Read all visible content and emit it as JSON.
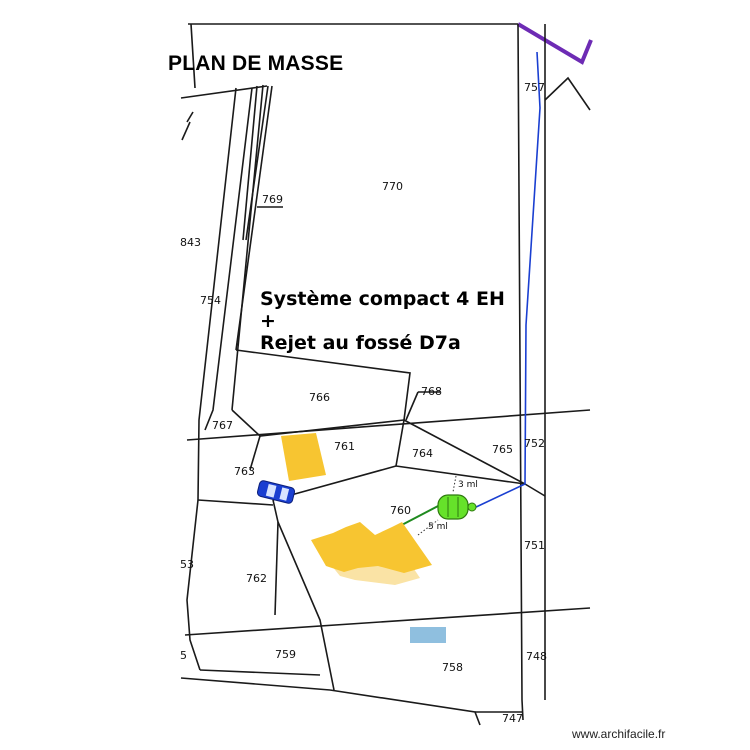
{
  "title": "PLAN DE MASSE",
  "annotation": {
    "line1": "Système compact 4 EH",
    "line2": "+",
    "line3": "Rejet au fossé D7a"
  },
  "parcels": {
    "p757": "757",
    "p770": "770",
    "p769": "769",
    "p843": "843",
    "p754": "754",
    "p766": "766",
    "p768": "768",
    "p767": "767",
    "p761": "761",
    "p764": "764",
    "p765": "765",
    "p752": "752",
    "p763": "763",
    "p760": "760",
    "p751": "751",
    "p762": "762",
    "p753": "53",
    "p759": "759",
    "p758": "758",
    "p748": "748",
    "p747": "747",
    "p755": "5"
  },
  "dimensions": {
    "d1": "3 ml",
    "d2": "5 ml"
  },
  "colors": {
    "building": "#f7c531",
    "building_light": "#fae3a5",
    "treatment": "#66e22a",
    "pipe_blue": "#1a3fd1",
    "pipe_green": "#1f8a1f",
    "purple": "#6d2bb4",
    "pool": "#8fbfdf",
    "car": "#1a3fd1"
  },
  "icons": {
    "car": "car-icon",
    "treatment_unit": "septic-tank-icon"
  },
  "credit": "www.archifacile.fr"
}
